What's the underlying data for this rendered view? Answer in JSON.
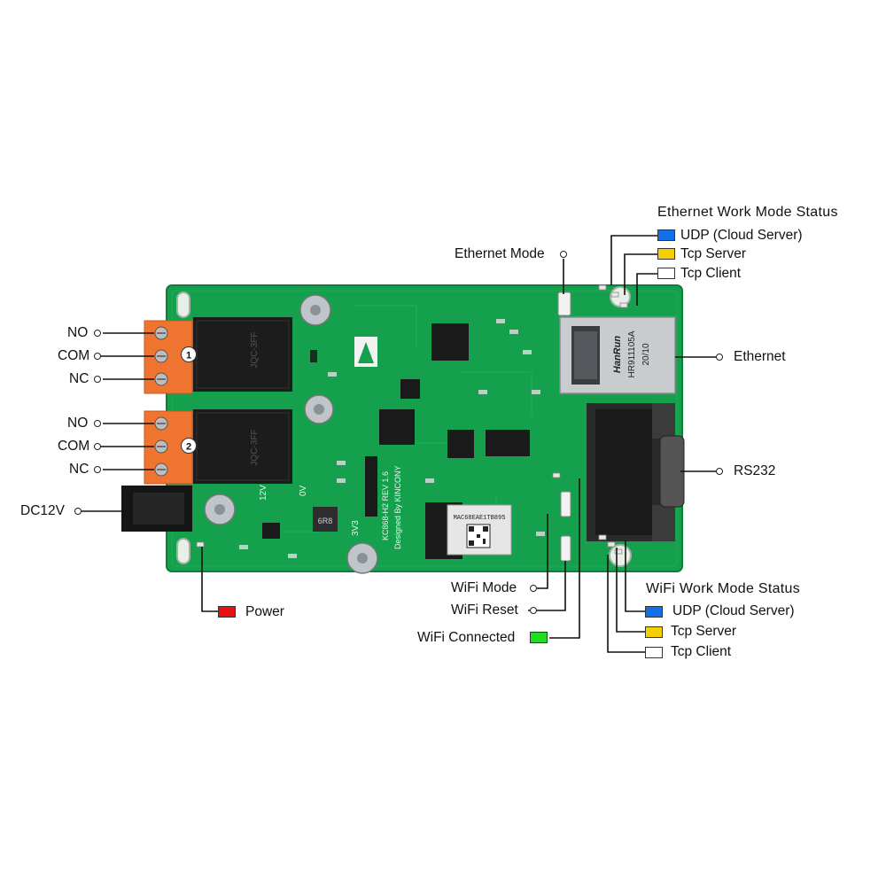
{
  "ethernet_status": {
    "title": "Ethernet Work Mode Status",
    "items": [
      {
        "label": "UDP (Cloud Server)",
        "color": "#1470e6"
      },
      {
        "label": "Tcp Server",
        "color": "#f5d000"
      },
      {
        "label": "Tcp Client",
        "color": "#ffffff"
      }
    ]
  },
  "wifi_status": {
    "title": "WiFi Work Mode Status",
    "items": [
      {
        "label": "UDP (Cloud Server)",
        "color": "#1470e6"
      },
      {
        "label": "Tcp Server",
        "color": "#f5d000"
      },
      {
        "label": "Tcp Client",
        "color": "#ffffff"
      }
    ]
  },
  "labels": {
    "ethernet_mode": "Ethernet Mode",
    "ethernet": "Ethernet",
    "rs232": "RS232",
    "relay1_no": "NO",
    "relay1_com": "COM",
    "relay1_nc": "NC",
    "relay2_no": "NO",
    "relay2_com": "COM",
    "relay2_nc": "NC",
    "dc12v": "DC12V",
    "power": "Power",
    "wifi_mode": "WiFi Mode",
    "wifi_reset": "WiFi Reset",
    "wifi_connected": "WiFi Connected"
  },
  "indicator_colors": {
    "power": "#e41111",
    "wifi_connected": "#22dd22"
  },
  "board_text": {
    "relay_badge_1": "1",
    "relay_badge_2": "2",
    "relay_model": "JQC-3FF",
    "rj45_brand": "HanRun",
    "rj45_model": "HR911105A",
    "rj45_date": "20/10",
    "board_name": "KC868-H2 REV 1.6",
    "designer": "Designed By KINCONY",
    "inductor": "6R8",
    "v12": "12V",
    "v0": "0V",
    "v33": "3V3",
    "wifi_module_id": "MAC68EAE1TB895"
  },
  "colors": {
    "pcb_green": "#14a04c",
    "pcb_dark": "#0c7a38",
    "terminal_orange": "#ee7430",
    "relay_black": "#1c1c1c"
  }
}
